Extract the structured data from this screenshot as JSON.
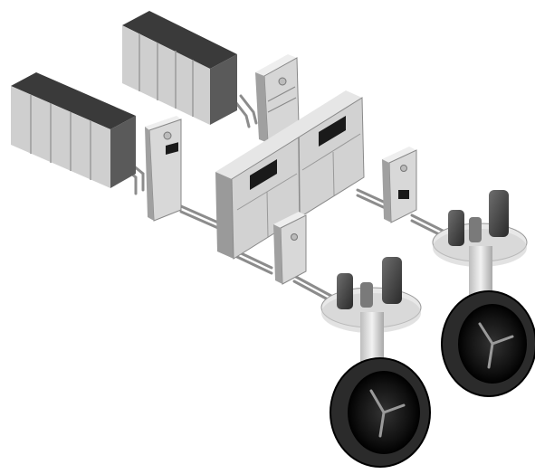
{
  "scene": {
    "colors": {
      "background": "#ffffff",
      "battery_top": "#3a3a3a",
      "battery_cell": "#cfcfcf",
      "cabinet_face": "#d2d2d2",
      "cabinet_side": "#9a9a9a",
      "cabinet_top": "#e6e6e6",
      "panel_face": "#dcdcdc",
      "display_screen": "#1a1a1a",
      "cable": "#8c8c8c",
      "motor": "#5a5a5a",
      "flange": "#e8e8e8",
      "pod_ring": "#2b2b2b",
      "pod_inner": "#111111",
      "blade": "#9a9a9a"
    },
    "components": [
      {
        "name": "battery-bank",
        "count": 2
      },
      {
        "name": "junction-box",
        "count": 4
      },
      {
        "name": "switchboard-cabinet",
        "count": 2
      },
      {
        "name": "azimuth-thruster",
        "count": 2
      }
    ]
  }
}
